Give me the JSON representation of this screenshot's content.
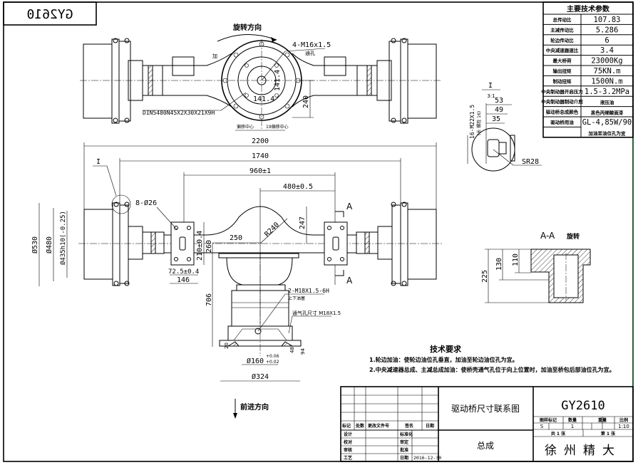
{
  "drawing_number_mirrored": "GY2610",
  "top_view": {
    "rotation_label": "旋转方向",
    "bolt_callout": "4-M16x1.5",
    "bolt_note": "通孔",
    "spline": "DIN5480N45X2X30X21X9H",
    "dim_a": "141.4",
    "dim_b": "141.4",
    "dim_240": "240",
    "offset_left": "偏移中心",
    "offset_right": "19偏移中心",
    "vent_label": "加"
  },
  "front_view": {
    "dim_2200": "2200",
    "dim_1740": "1740",
    "dim_960": "960±1",
    "dim_480": "480±0.5",
    "dim_247": "247",
    "dim_r240": "R240",
    "dim_250": "250",
    "holes": "8-Ø26",
    "dim_210": "210±0.4",
    "dim_260": "260",
    "dim_72": "72.5±0.4",
    "dim_146": "146",
    "dia_530": "Ø530",
    "dia_480": "Ø480",
    "dia_435": "Ø435h10(-0.25)",
    "detail_mark": "I",
    "section_mark_top": "A",
    "section_mark_bottom": "A",
    "dim_706": "706",
    "plug_callout": "2-M18X1.5-6H",
    "plug_note": "上下油塞",
    "vent_callout": "通气孔尺寸 M18X1.5",
    "dim_20": "20",
    "dim_48": "48",
    "dim_94": "94",
    "dia_160": "Ø160",
    "tol_upper": "+0.06",
    "tol_lower": "+0.02",
    "dia_324": "Ø324"
  },
  "forward_direction": "前进方向",
  "detail_view": {
    "name": "I",
    "scale": "3:1",
    "dim_53": "53",
    "dim_49": "49",
    "dim_35": "35",
    "bolt": "16-M22X1.5",
    "bolt_note": "(长 螺栓 16)",
    "radius": "SR28"
  },
  "section_view": {
    "title": "A-A",
    "note": "旋转",
    "dim_130": "130",
    "dim_110": "110",
    "dim_225": "225"
  },
  "params_table": {
    "title": "主要技术参数",
    "rows": [
      {
        "label": "总传动比",
        "value": "107.83"
      },
      {
        "label": "主减传动比",
        "value": "5.286"
      },
      {
        "label": "轮边传动比",
        "value": "6"
      },
      {
        "label": "中央减速器速比",
        "value": "3.4"
      },
      {
        "label": "最大桥荷",
        "value": "23000Kg"
      },
      {
        "label": "输出扭矩",
        "value": "75KN.m"
      },
      {
        "label": "制动扭矩",
        "value": "1500N.m"
      },
      {
        "label": "中央制动器开启压力",
        "value": "1.5-3.2MPa"
      },
      {
        "label": "中央制动器制动介质",
        "value": "液压油"
      },
      {
        "label": "驱动桥总成颜色",
        "value": "黑色丙烯酸面漆"
      },
      {
        "label": "驱动桥用油",
        "value": "GL-4,85W/90"
      },
      {
        "label": "",
        "value": "加油至油位孔为宜"
      }
    ]
  },
  "notes": {
    "title": "技术要求",
    "items": [
      "1.轮边加油：使轮边油位孔垂直，加油至轮边油位孔为宜。",
      "2.中央减速器总成、主减总成加油：使桥壳通气孔位于向上位置时，加油至桥包后部油位孔为宜。"
    ]
  },
  "title_block": {
    "drawing_name": "驱动桥尺寸联系图",
    "part_name": "总成",
    "drawing_number": "GY2610",
    "company": "徐州精大",
    "rev_headers": [
      "标记",
      "处数",
      "更改文件号",
      "签名",
      "日期"
    ],
    "sign_rows": [
      {
        "role": "设计",
        "role2": "标准化",
        "value2": ""
      },
      {
        "role": "校对",
        "role2": "审定",
        "value2": ""
      },
      {
        "role": "审核",
        "role2": "批准",
        "value2": ""
      },
      {
        "role": "工艺",
        "role2": "日期",
        "value2": "2016-12-30"
      }
    ],
    "attr_headers": [
      "图样标记",
      "数量",
      "重量",
      "比例"
    ],
    "mark": "S",
    "quantity": "1",
    "weight": "",
    "scale": "1:10",
    "sheets_total": "共 1 张",
    "sheet_no": "第 1 张"
  }
}
